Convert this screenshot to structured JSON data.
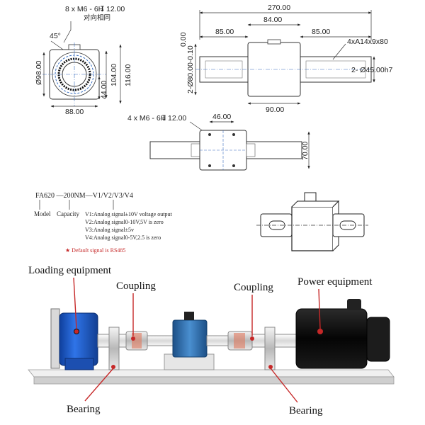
{
  "front_view": {
    "thread_note": "8 x  M6 - 6H",
    "thread_depth": "12.00",
    "chinese_note": "对向相同",
    "angle": "45°",
    "dia_98": "Ø98.00",
    "dim_104": "104.00",
    "dim_116": "116.00",
    "dim_44": "44.00",
    "dim_88": "88.00"
  },
  "side_view": {
    "overall": "270.00",
    "center": "84.00",
    "left_shaft": "85.00",
    "right_shaft": "85.00",
    "key_note": "4xA14x9x80",
    "body_dia": "2-Ø80.00-0.10",
    "tol_zero": "0.00",
    "shaft_dia": "2- Ø45.00h7",
    "body_len": "90.00"
  },
  "top_view": {
    "thread_note": "4 x  M6 - 6H",
    "thread_depth": "12.00",
    "spacing": "46.00",
    "height": "70.00"
  },
  "model_code": {
    "code": "FA620 —200NM—V1/V2/V3/V4",
    "model_label": "Model",
    "capacity_label": "Capacity",
    "options": [
      "V1:Analog signal±10V voltage output",
      "V2:Analog signal0-10V,5V is zero",
      "V3:Analog signal±5v",
      "V4:Analog signal0-5V,2.5 is zero"
    ],
    "default_note": "★ Default signal is RS485"
  },
  "assembly": {
    "loading_equipment": "Loading equipment",
    "coupling_left": "Coupling",
    "coupling_right": "Coupling",
    "power_equipment": "Power equipment",
    "bearing_left": "Bearing",
    "bearing_right": "Bearing"
  },
  "colors": {
    "accent_red": "#c62828",
    "blue_motor": "#1e5cc7",
    "sensor_blue": "#2f6fb0",
    "black_motor": "#111111",
    "base_plate": "#e8e8e8"
  }
}
